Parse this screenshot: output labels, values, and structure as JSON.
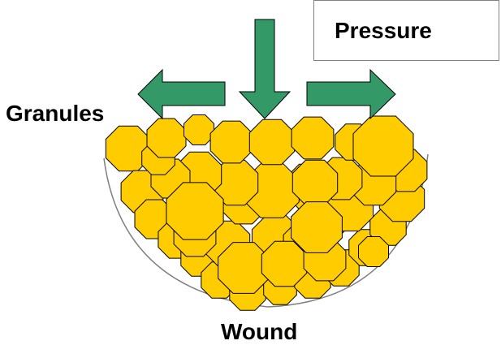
{
  "labels": {
    "pressure": "Pressure",
    "granules": "Granules",
    "wound": "Wound"
  },
  "colors": {
    "granule_fill": "#FFCC00",
    "granule_stroke": "#000000",
    "arrow_fill": "#339966",
    "wound_outline": "#808080"
  },
  "icons": {
    "down_arrow": "down-arrow-icon",
    "left_arrow": "left-arrow-icon",
    "right_arrow": "right-arrow-icon"
  }
}
